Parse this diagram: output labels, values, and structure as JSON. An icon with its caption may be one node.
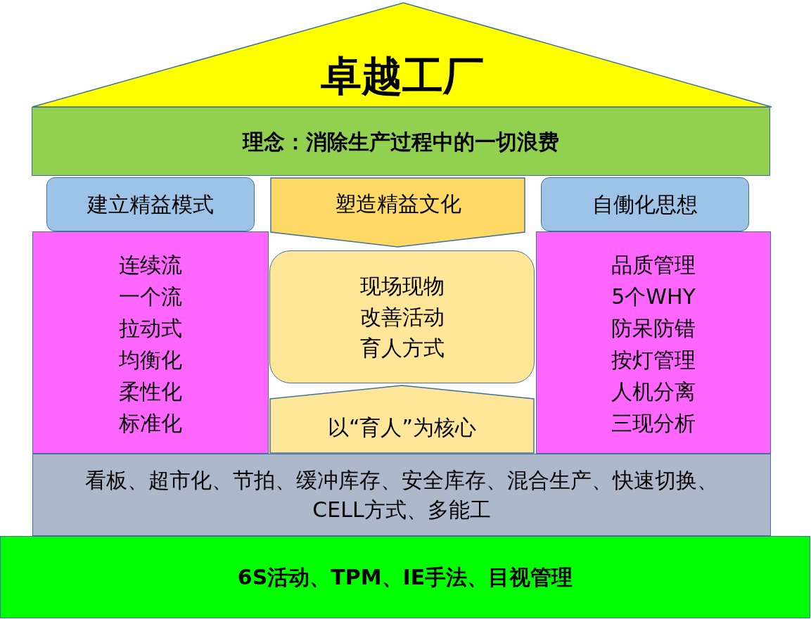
{
  "diagram": {
    "nodes": [
      {
        "text": [
          "卓越工厂"
        ]
      },
      {
        "text": [
          "理念：消除生产过程中的一切浪费"
        ]
      },
      {
        "text": [
          "建立精益模式"
        ]
      },
      {
        "text": [
          "塑造精益文化"
        ]
      },
      {
        "text": [
          "自働化思想"
        ]
      },
      {
        "text": [
          "连续流",
          "一个流",
          "拉动式",
          "均衡化",
          "柔性化",
          "标准化"
        ]
      },
      {
        "text": [
          "现场现物",
          "改善活动",
          "育人方式"
        ]
      },
      {
        "text": [
          "以“育人”为核心"
        ]
      },
      {
        "text": [
          "品质管理",
          "5个WHY",
          "防呆防错",
          "按灯管理",
          "人机分离",
          "三现分析"
        ]
      },
      {
        "text": [
          "看板、超市化、节拍、缓冲库存、安全库存、混合生产、快速切换、CELL方式、多能工"
        ]
      },
      {
        "text": [
          "6S活动、TPM、IE手法、目视管理"
        ]
      }
    ]
  }
}
